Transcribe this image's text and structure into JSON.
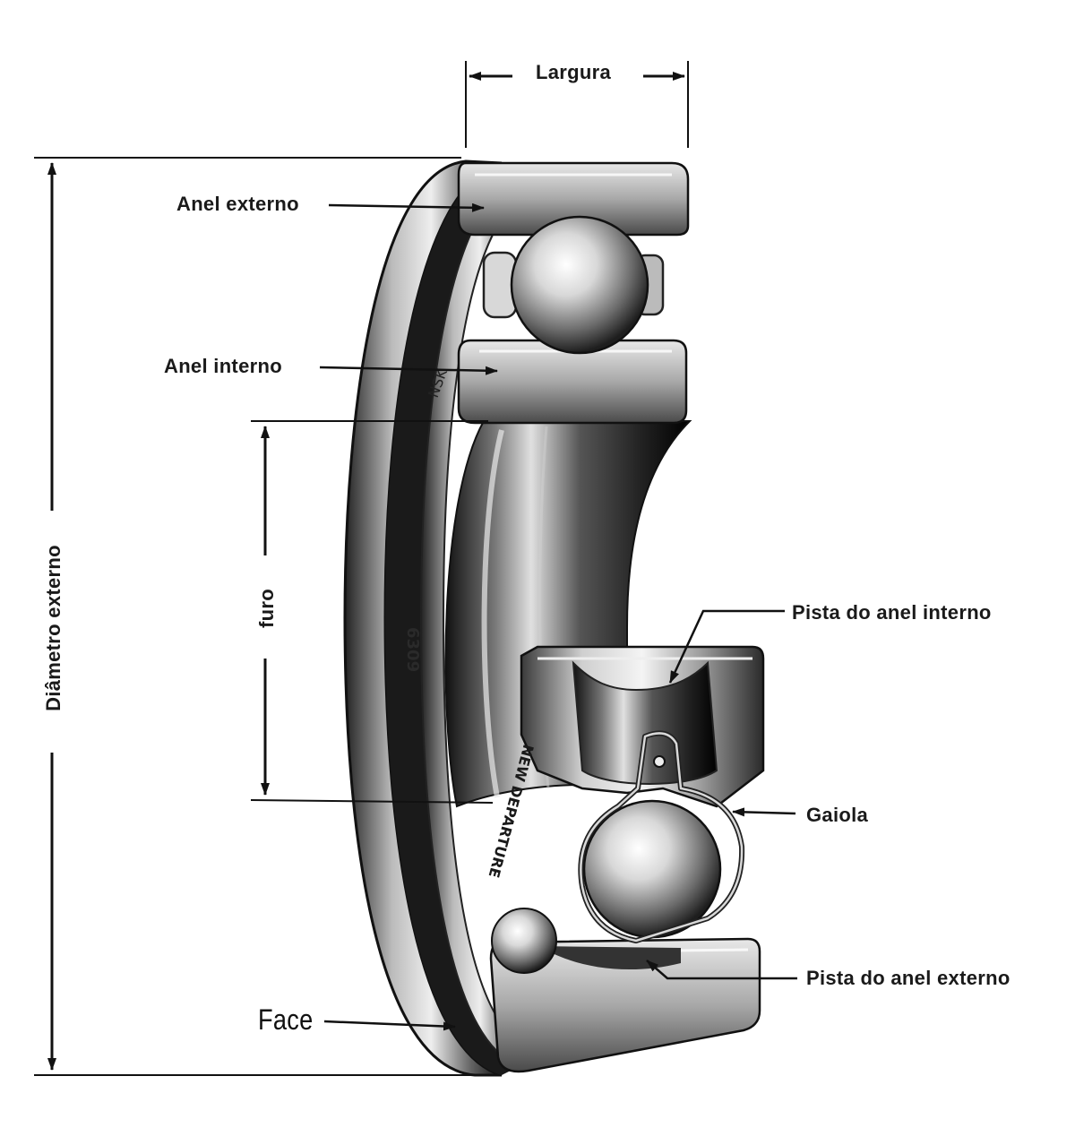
{
  "labels": {
    "largura": "Largura",
    "anel_externo": "Anel externo",
    "anel_interno": "Anel interno",
    "furo": "furo",
    "diametro_externo": "Diâmetro externo",
    "pista_anel_interno": "Pista do anel interno",
    "gaiola": "Gaiola",
    "pista_anel_externo": "Pista do anel externo",
    "face": "Face"
  },
  "bearing_markings": {
    "upper": "NSK",
    "side": "6309",
    "lower": "NEW DEPARTURE"
  }
}
